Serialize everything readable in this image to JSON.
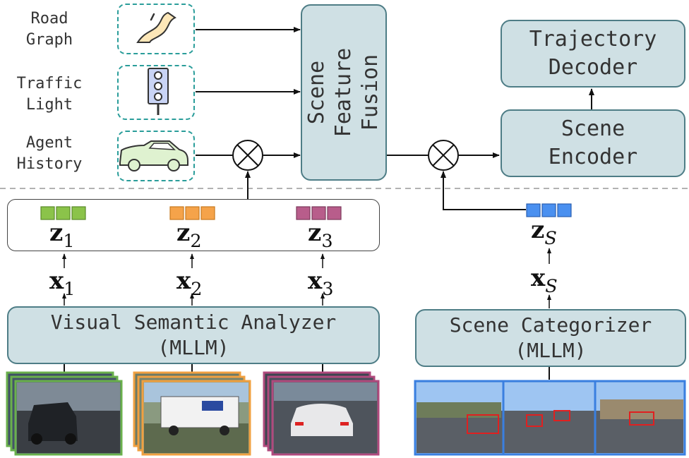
{
  "inputs": {
    "road_graph": "Road\nGraph",
    "traffic_light": "Traffic\nLight",
    "agent_history": "Agent\nHistory"
  },
  "boxes": {
    "scene_feature_fusion": "Scene\nFeature\nFusion",
    "trajectory_decoder": "Trajectory\nDecoder",
    "scene_encoder": "Scene\nEncoder",
    "visual_semantic_analyzer": "Visual Semantic Analyzer\n(MLLM)",
    "scene_categorizer": "Scene Categorizer\n(MLLM)"
  },
  "latents": {
    "z1": {
      "base": "z",
      "sub": "1"
    },
    "z2": {
      "base": "z",
      "sub": "2"
    },
    "z3": {
      "base": "z",
      "sub": "3"
    },
    "zs": {
      "base": "z",
      "sub": "S"
    },
    "x1": {
      "base": "x",
      "sub": "1"
    },
    "x2": {
      "base": "x",
      "sub": "2"
    },
    "x3": {
      "base": "x",
      "sub": "3"
    },
    "xs": {
      "base": "x",
      "sub": "S"
    }
  },
  "colors": {
    "green": "#8bc34a",
    "orange": "#f5a34a",
    "pink": "#b85d8b",
    "blue": "#3a7fe0",
    "box_fill": "#cfe0e4",
    "box_border": "#4e7d86",
    "dash": "#2a9d9a"
  },
  "icons": [
    "road-icon",
    "traffic-light-icon",
    "car-icon",
    "multiply-icon"
  ]
}
